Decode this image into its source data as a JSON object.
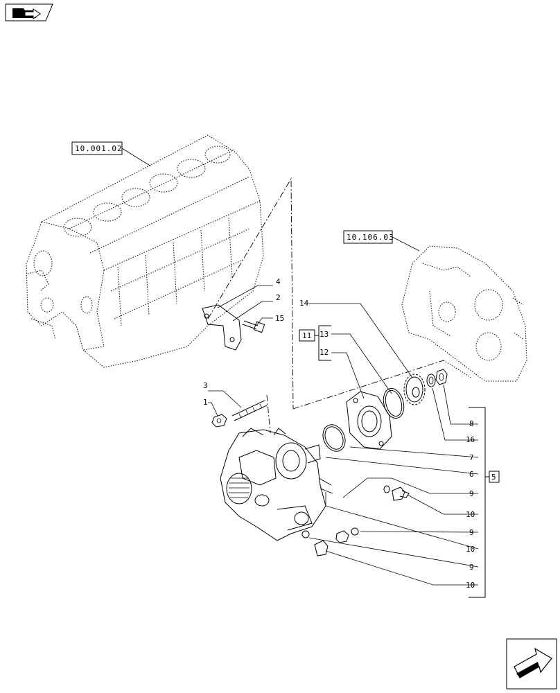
{
  "nav": {
    "top_icon": "folder-arrow-icon",
    "bottom_icon": "next-page-arrow-icon"
  },
  "refs": {
    "engine_block": "10.001.02",
    "timing_cover": "10.106.03",
    "kit_11": "11",
    "kit_5": "5"
  },
  "callouts": {
    "c1": "1",
    "c2": "2",
    "c3": "3",
    "c4": "4",
    "c5": "5",
    "c6": "6",
    "c7": "7",
    "c8": "8",
    "c9a": "9",
    "c9b": "9",
    "c9c": "9",
    "c10a": "10",
    "c10b": "10",
    "c10c": "10",
    "c12": "12",
    "c13": "13",
    "c14": "14",
    "c15": "15",
    "c16": "16"
  }
}
